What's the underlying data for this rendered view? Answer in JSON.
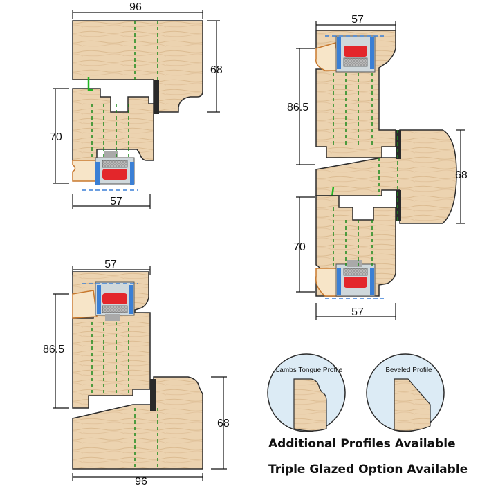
{
  "dimensions": {
    "top_left": {
      "width_top": "96",
      "height_right": "68",
      "height_left": "70",
      "width_bottom": "57"
    },
    "right": {
      "width_top": "57",
      "height_left_top": "86.5",
      "height_right": "68",
      "height_left_bottom": "70",
      "width_bottom": "57"
    },
    "bottom_left": {
      "width_top": "57",
      "height_left": "86.5",
      "height_right": "68",
      "width_bottom": "96"
    }
  },
  "profiles": {
    "lambs_tongue_label": "Lambs Tongue Profile",
    "beveled_label": "Beveled Profile"
  },
  "footer": {
    "line1": "Additional Profiles Available",
    "line2": "Triple Glazed Option Available"
  },
  "colors": {
    "timber": "#ecd3b0",
    "timber_grain": "#d9b98f",
    "outline": "#2b2b2b",
    "glass_spacer_red": "#e3262b",
    "glass_spacer_blue": "#3a7fd5",
    "dash_green": "#1a8a1a",
    "gasket": "#2a2a2a",
    "seal_grey": "#a9a9a9",
    "profile_bg": "#dcebf5"
  }
}
